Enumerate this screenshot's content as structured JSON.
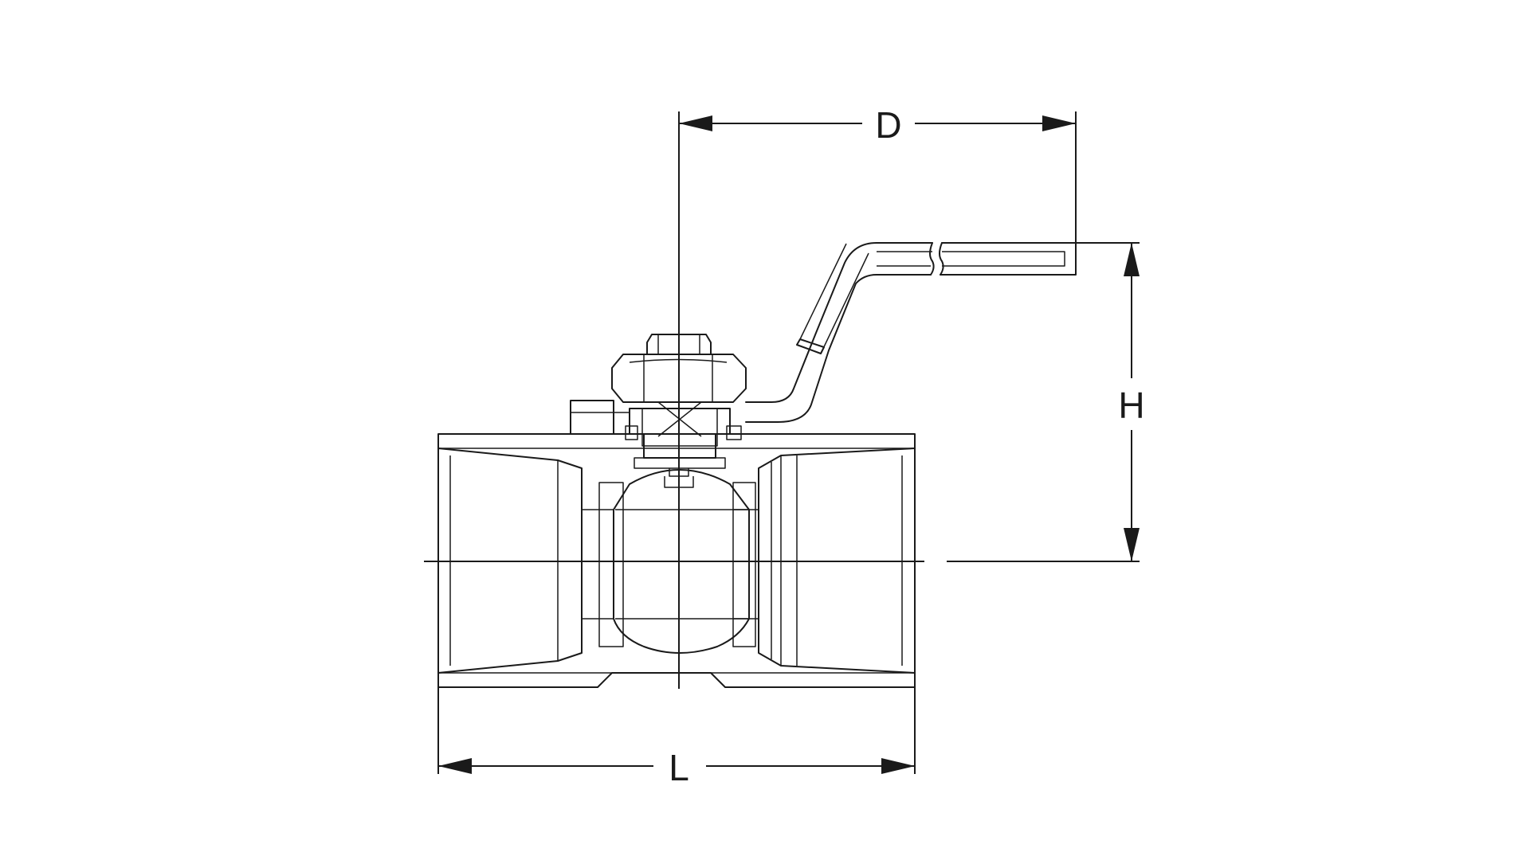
{
  "diagram": {
    "dimensions": [
      {
        "id": "D",
        "label": "D"
      },
      {
        "id": "H",
        "label": "H"
      },
      {
        "id": "L",
        "label": "L"
      }
    ]
  },
  "colors": {
    "line": "#1a1a1a",
    "background": "#ffffff"
  }
}
